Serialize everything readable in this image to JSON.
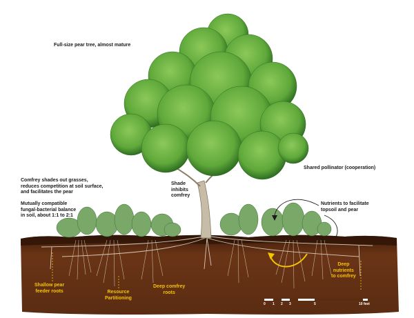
{
  "labels": {
    "tree": "Full-size pear tree, almost mature",
    "comfrey_shade": "Comfrey shades out grasses,\nreduces competition at soil surface,\nand facilitates the pear",
    "balance": "Mutually compatible\nfungal-bacterial balance\nin soil, about 1:1 to 2:1",
    "shade_inhibits": "Shade\ninhibits\ncomfrey",
    "pollinator": "Shared pollinator (cooperation)",
    "nutrients": "Nutrients to facilitate\ntopsoil and pear"
  },
  "root_labels": {
    "shallow": "Shallow pear\nfeeder roots",
    "partitioning": "Resource\nPartitioning",
    "deep_comfrey": "Deep comfrey\nroots",
    "deep_nutrients": "Deep\nnutrients\nto comfrey"
  },
  "scale": {
    "t0": "0",
    "t1": "1",
    "t2": "2",
    "t3": "3",
    "t5": "5",
    "t10": "10 feet"
  },
  "colors": {
    "soil": "#5a2c12",
    "soil_dark": "#3f1d0a",
    "foliage": "#5fa83a",
    "foliage_dark": "#2f6e22",
    "comfrey": "#7aa868",
    "trunk": "#c7bca6",
    "label_yellow": "#f5c400"
  }
}
